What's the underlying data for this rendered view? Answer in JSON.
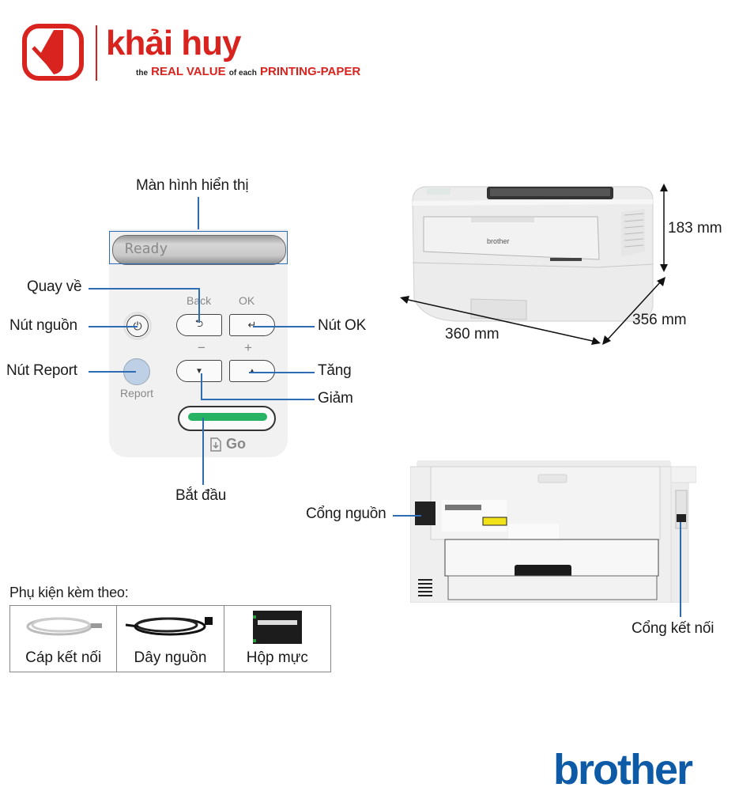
{
  "logo": {
    "brand_name": "khải huy",
    "tagline_prefix": "the",
    "tagline_part1": "REAL VALUE",
    "tagline_mid": "of each",
    "tagline_part2": "PRINTING-PAPER",
    "color": "#d9231f"
  },
  "control_panel": {
    "display_label": "Màn hình hiển thị",
    "display_text": "Ready",
    "keys": {
      "back_label": "Back",
      "ok_label": "OK",
      "minus_label": "−",
      "plus_label": "+",
      "report_label": "Report",
      "go_label": "Go"
    },
    "callouts": {
      "back": "Quay về",
      "power": "Nút nguồn",
      "report": "Nút Report",
      "ok": "Nút OK",
      "up": "Tăng",
      "down": "Giảm",
      "go": "Bắt đầu"
    },
    "line_color": "#2e6db4",
    "go_led_color": "#27b264"
  },
  "dimensions": {
    "height": "183 mm",
    "depth": "356 mm",
    "width": "360 mm",
    "front_logo": "brother"
  },
  "rear_view": {
    "power_port": "Cổng nguồn",
    "data_port": "Cổng kết nối"
  },
  "accessories": {
    "title": "Phụ kiện kèm theo:",
    "items": [
      {
        "name": "Cáp kết nối",
        "icon": "usb-cable-icon"
      },
      {
        "name": "Dây nguồn",
        "icon": "power-cord-icon"
      },
      {
        "name": "Hộp mực",
        "icon": "toner-cartridge-icon"
      }
    ]
  },
  "brand_logo": {
    "text": "brother",
    "color": "#0d5aa7"
  }
}
